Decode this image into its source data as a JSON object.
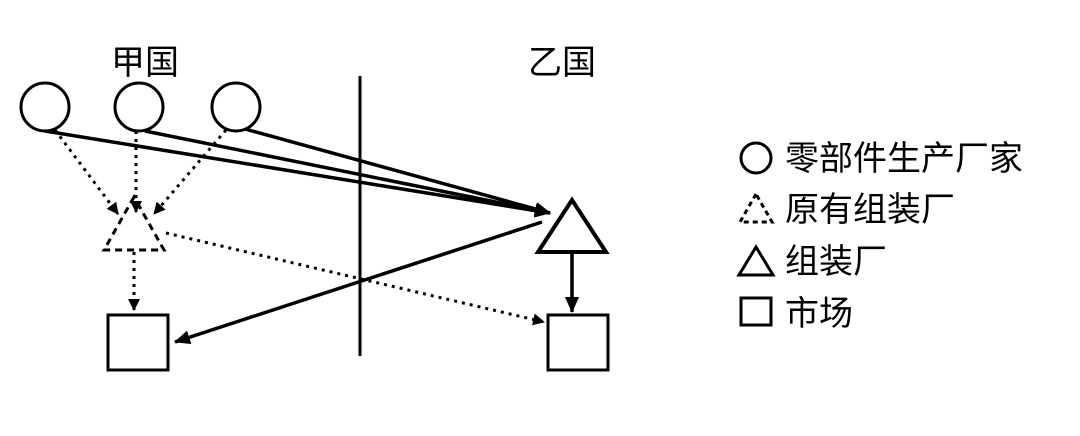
{
  "countries": {
    "left": "甲国",
    "right": "乙国"
  },
  "legend": {
    "items": [
      {
        "icon": "circle",
        "label": "零部件生产厂家"
      },
      {
        "icon": "dashed-triangle",
        "label": "原有组装厂"
      },
      {
        "icon": "triangle",
        "label": "组装厂"
      },
      {
        "icon": "square",
        "label": "市场"
      }
    ]
  }
}
